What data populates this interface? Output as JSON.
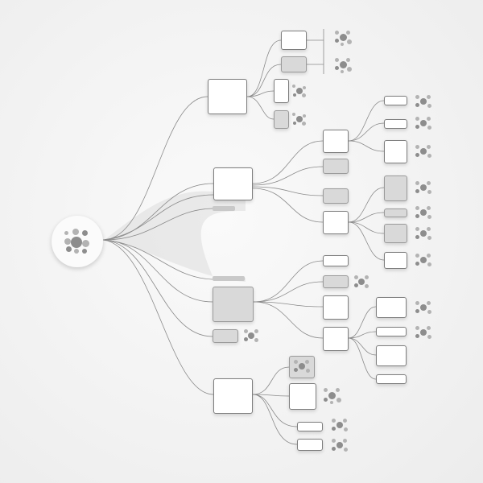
{
  "diagram": {
    "type": "tree",
    "direction": "left-to-right",
    "colors": {
      "background": "#f2f2f2",
      "node_fill": "#ffffff",
      "node_fill_muted": "#d9d9d9",
      "node_border": "#7d7d7d",
      "connector": "#8a8a8a",
      "dot_cluster": "#a6a6a6"
    },
    "root": {
      "icon": "dot-cluster-icon"
    },
    "branch_count": 4,
    "leaf_icon": "dot-cluster-icon"
  }
}
